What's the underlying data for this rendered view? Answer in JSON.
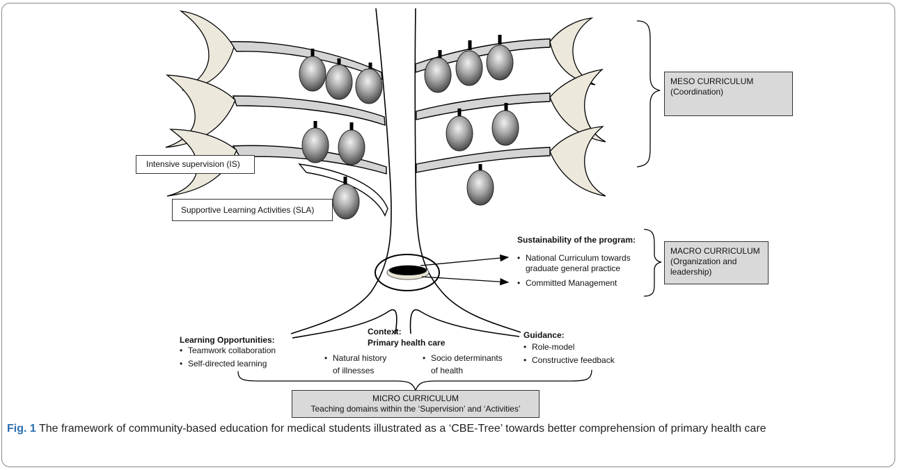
{
  "meso": {
    "title": "MESO CURRICULUM",
    "subtitle": "(Coordination)"
  },
  "macro": {
    "title": "MACRO CURRICULUM",
    "subtitle_l1": "(Organization and",
    "subtitle_l2": "leadership)"
  },
  "micro": {
    "title": "MICRO CURRICULUM",
    "subtitle": "Teaching domains within the ‘Supervision’ and ‘Activities’"
  },
  "labels": {
    "intensive": "Intensive supervision (IS)",
    "supportive": "Supportive Learning Activities (SLA)"
  },
  "sustainability": {
    "heading": "Sustainability of the program:",
    "item1_l1": "National Curriculum towards",
    "item1_l2": "graduate general practice",
    "item2": "Committed Management"
  },
  "learning": {
    "heading": "Learning Opportunities:",
    "item1": "Teamwork collaboration",
    "item2": "Self-directed learning"
  },
  "context": {
    "heading_l1": "Context:",
    "heading_l2": "Primary health care",
    "item1_l1": "Natural history",
    "item1_l2": "of illnesses",
    "item2_l1": "Socio determinants",
    "item2_l2": "of health"
  },
  "guidance": {
    "heading": "Guidance:",
    "item1": "Role-model",
    "item2": "Constructive feedback"
  },
  "caption": {
    "fig": "Fig. 1",
    "text": "The framework of community-based education for medical students illustrated as a ‘CBE-Tree’ towards better comprehension of primary health care"
  },
  "colors": {
    "leaf": "#ece8dc",
    "fruit_dark": "#4a4a4a",
    "fruit_light": "#e6e6e6",
    "box_grey": "#d9d9d9",
    "caption_fig": "#2a6db0"
  }
}
